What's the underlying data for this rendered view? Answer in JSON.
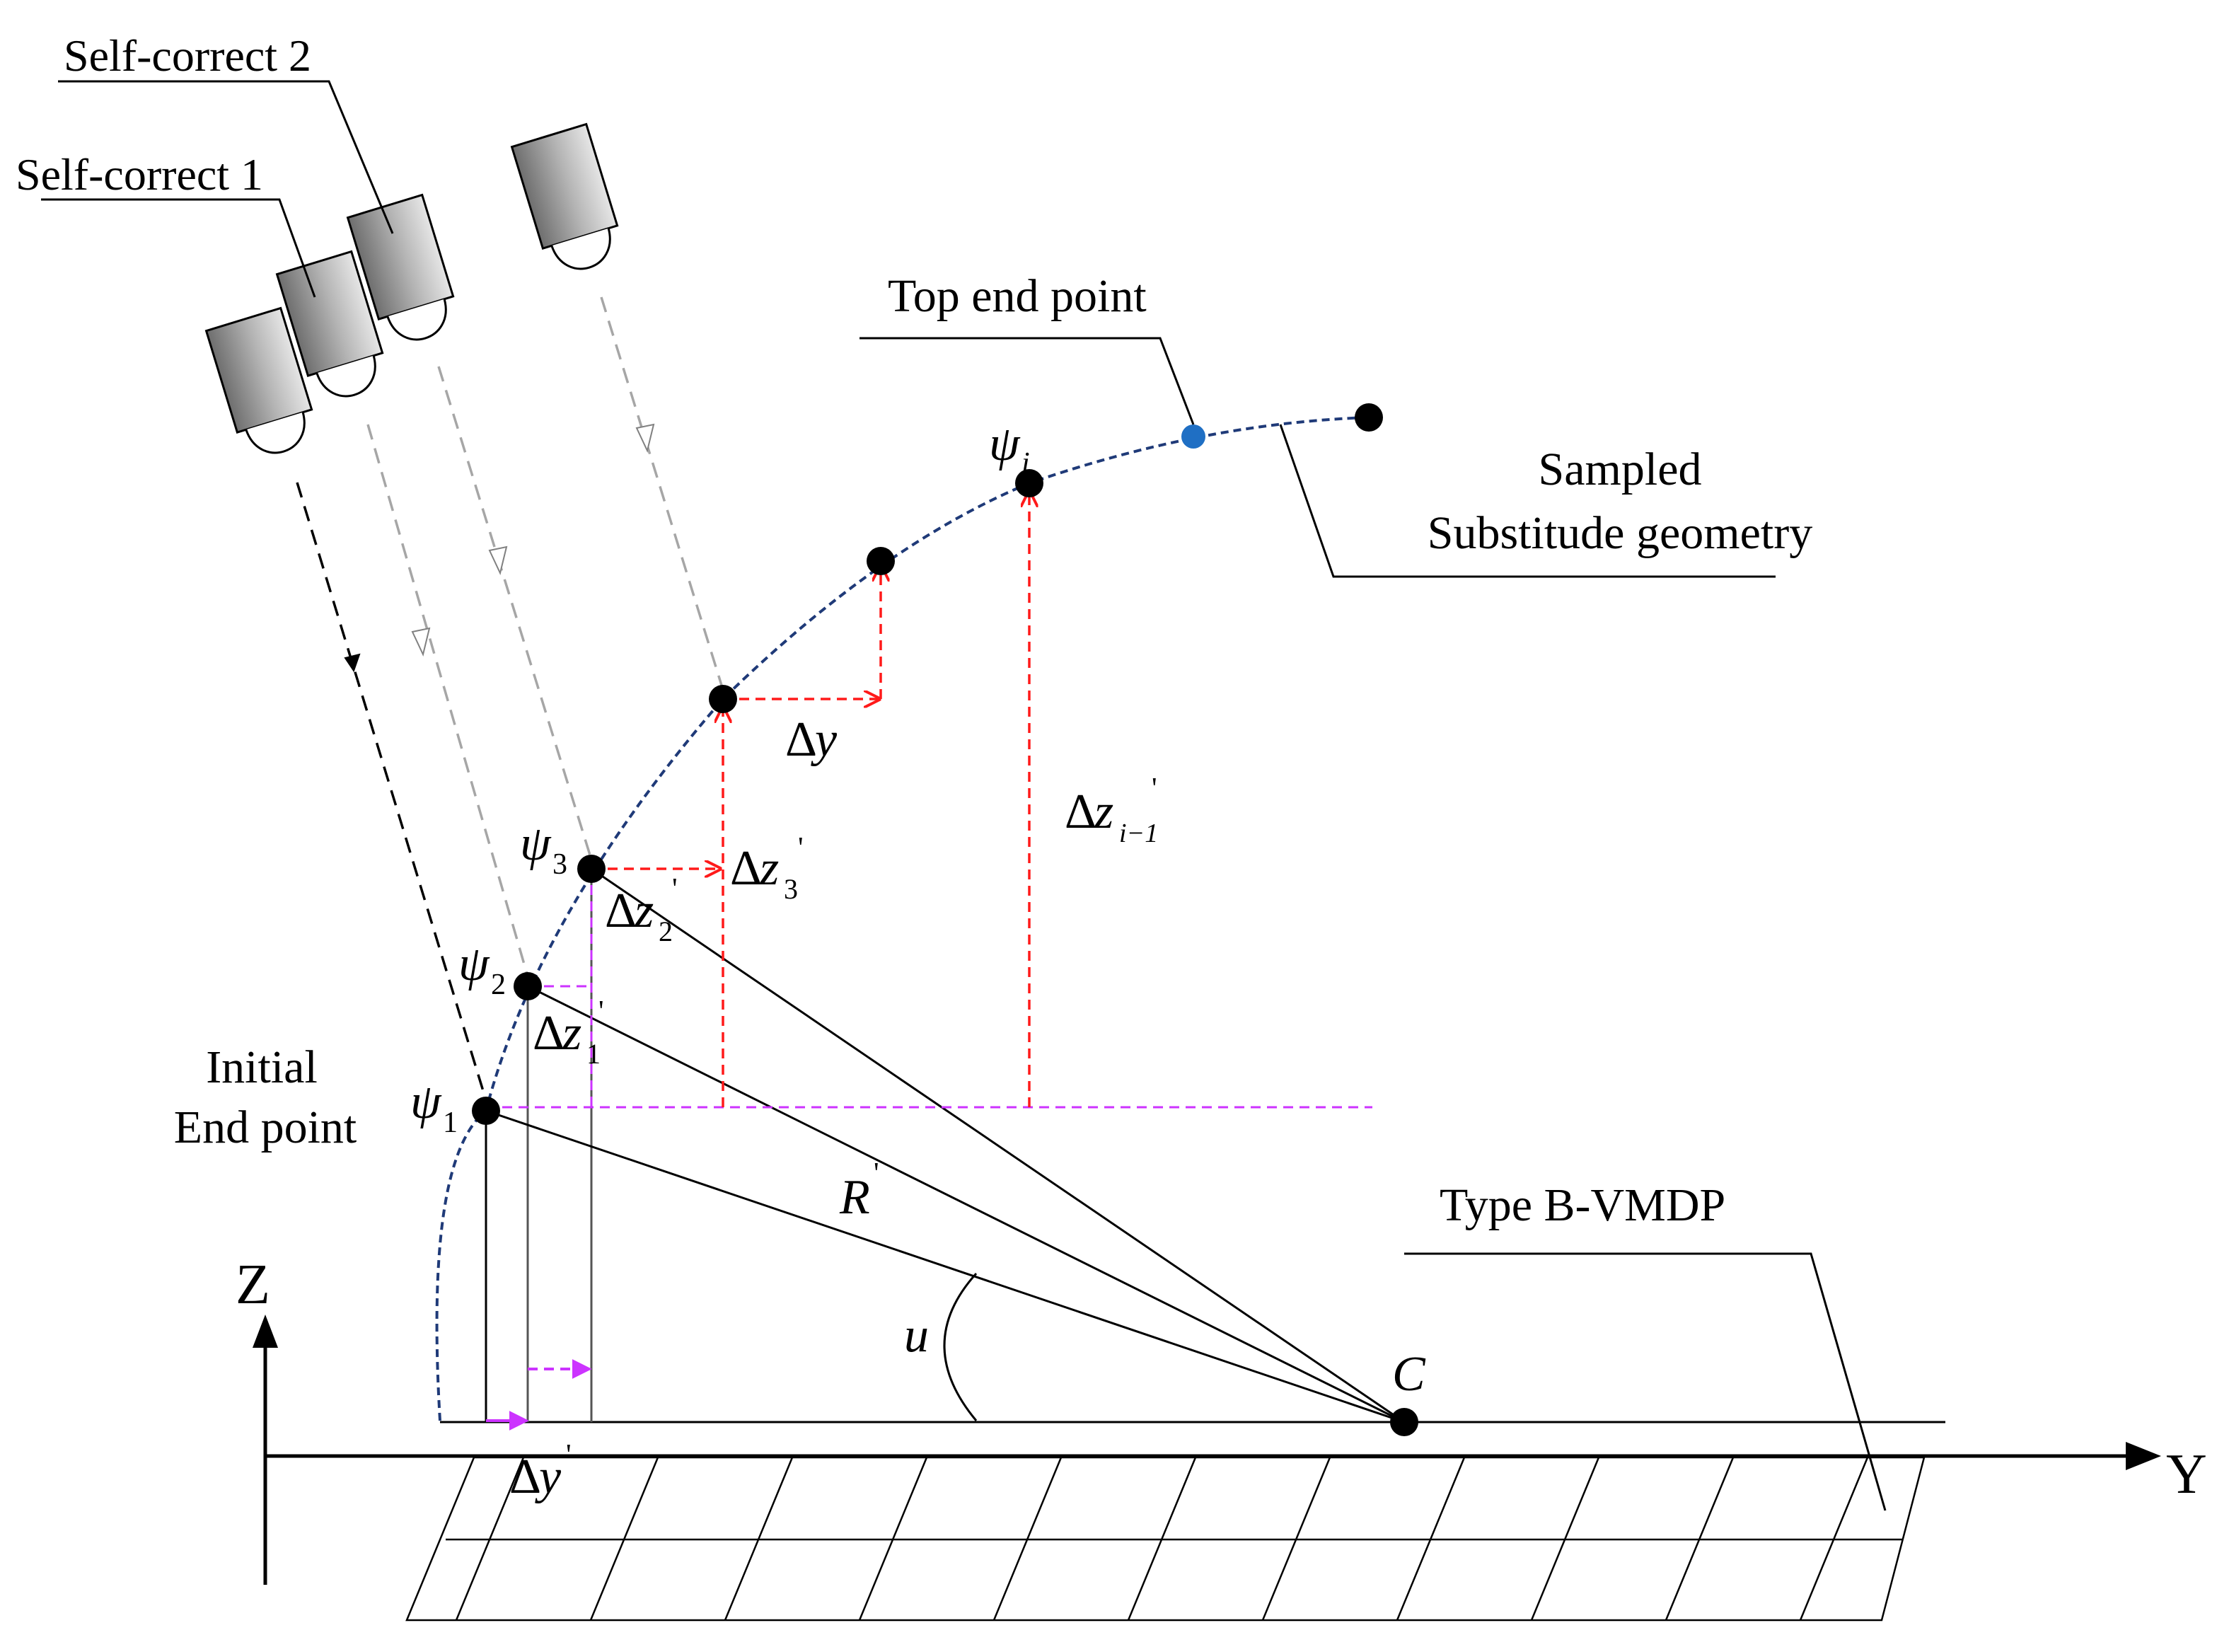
{
  "labels": {
    "self_correct_1": "Self-correct 1",
    "self_correct_2": "Self-correct 2",
    "top_end_point": "Top end point",
    "sampled_line1": "Sampled",
    "sampled_line2": "Substitude geometry",
    "initial_line1": "Initial",
    "initial_line2": "End point",
    "type_b": "Type B-VMDP",
    "axis_z": "Z",
    "axis_y": "Y",
    "center": "C",
    "angle_u": "u",
    "radius": "R",
    "delta": "Δ",
    "prime": "'",
    "y": "y",
    "z": "z",
    "psi": "ψ",
    "sub_1": "1",
    "sub_2": "2",
    "sub_3": "3",
    "sub_i": "i",
    "sub_i_minus_1": "i−1"
  },
  "colors": {
    "black": "#000000",
    "curve": "#1f3a78",
    "top_point": "#1f6fc4",
    "red": "#ff1a1a",
    "magenta": "#cc33ff",
    "gray_path": "#a6a6a6",
    "grid_line": "#808080"
  }
}
